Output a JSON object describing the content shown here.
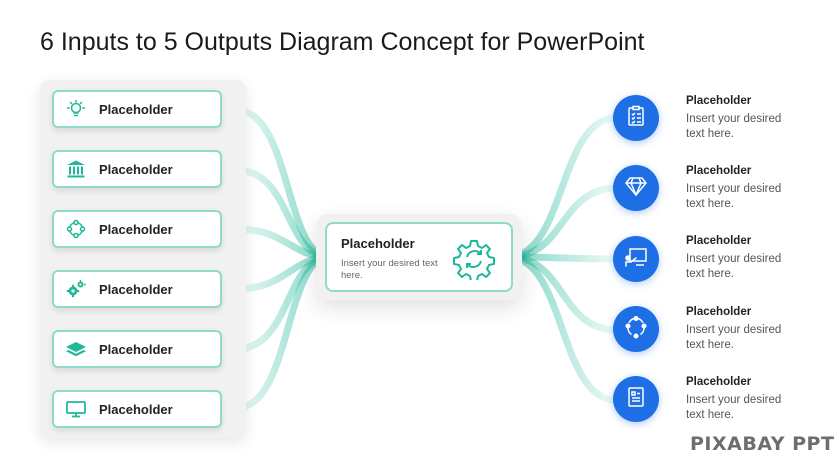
{
  "title": "6 Inputs to 5 Outputs Diagram Concept for PowerPoint",
  "inputs": [
    {
      "label": "Placeholder",
      "icon": "lightbulb-icon"
    },
    {
      "label": "Placeholder",
      "icon": "bank-icon"
    },
    {
      "label": "Placeholder",
      "icon": "cycle-icon"
    },
    {
      "label": "Placeholder",
      "icon": "gears-icon"
    },
    {
      "label": "Placeholder",
      "icon": "layers-icon"
    },
    {
      "label": "Placeholder",
      "icon": "monitor-icon"
    }
  ],
  "center": {
    "title": "Placeholder",
    "description": "Insert your desired text here.",
    "icon": "gear-sync-icon"
  },
  "outputs": [
    {
      "title": "Placeholder",
      "description": "Insert your desired text here.",
      "icon": "clipboard-checklist-icon"
    },
    {
      "title": "Placeholder",
      "description": "Insert your desired text here.",
      "icon": "diamond-icon"
    },
    {
      "title": "Placeholder",
      "description": "Insert your desired text here.",
      "icon": "presentation-board-icon"
    },
    {
      "title": "Placeholder",
      "description": "Insert your desired text here.",
      "icon": "user-cycle-icon"
    },
    {
      "title": "Placeholder",
      "description": "Insert your desired text here.",
      "icon": "document-list-icon"
    }
  ],
  "colors": {
    "accent_teal": "#1fb89a",
    "output_blue": "#1e6fe6",
    "card_border": "#8fdac9"
  },
  "watermark": "PIXABAY PPT"
}
